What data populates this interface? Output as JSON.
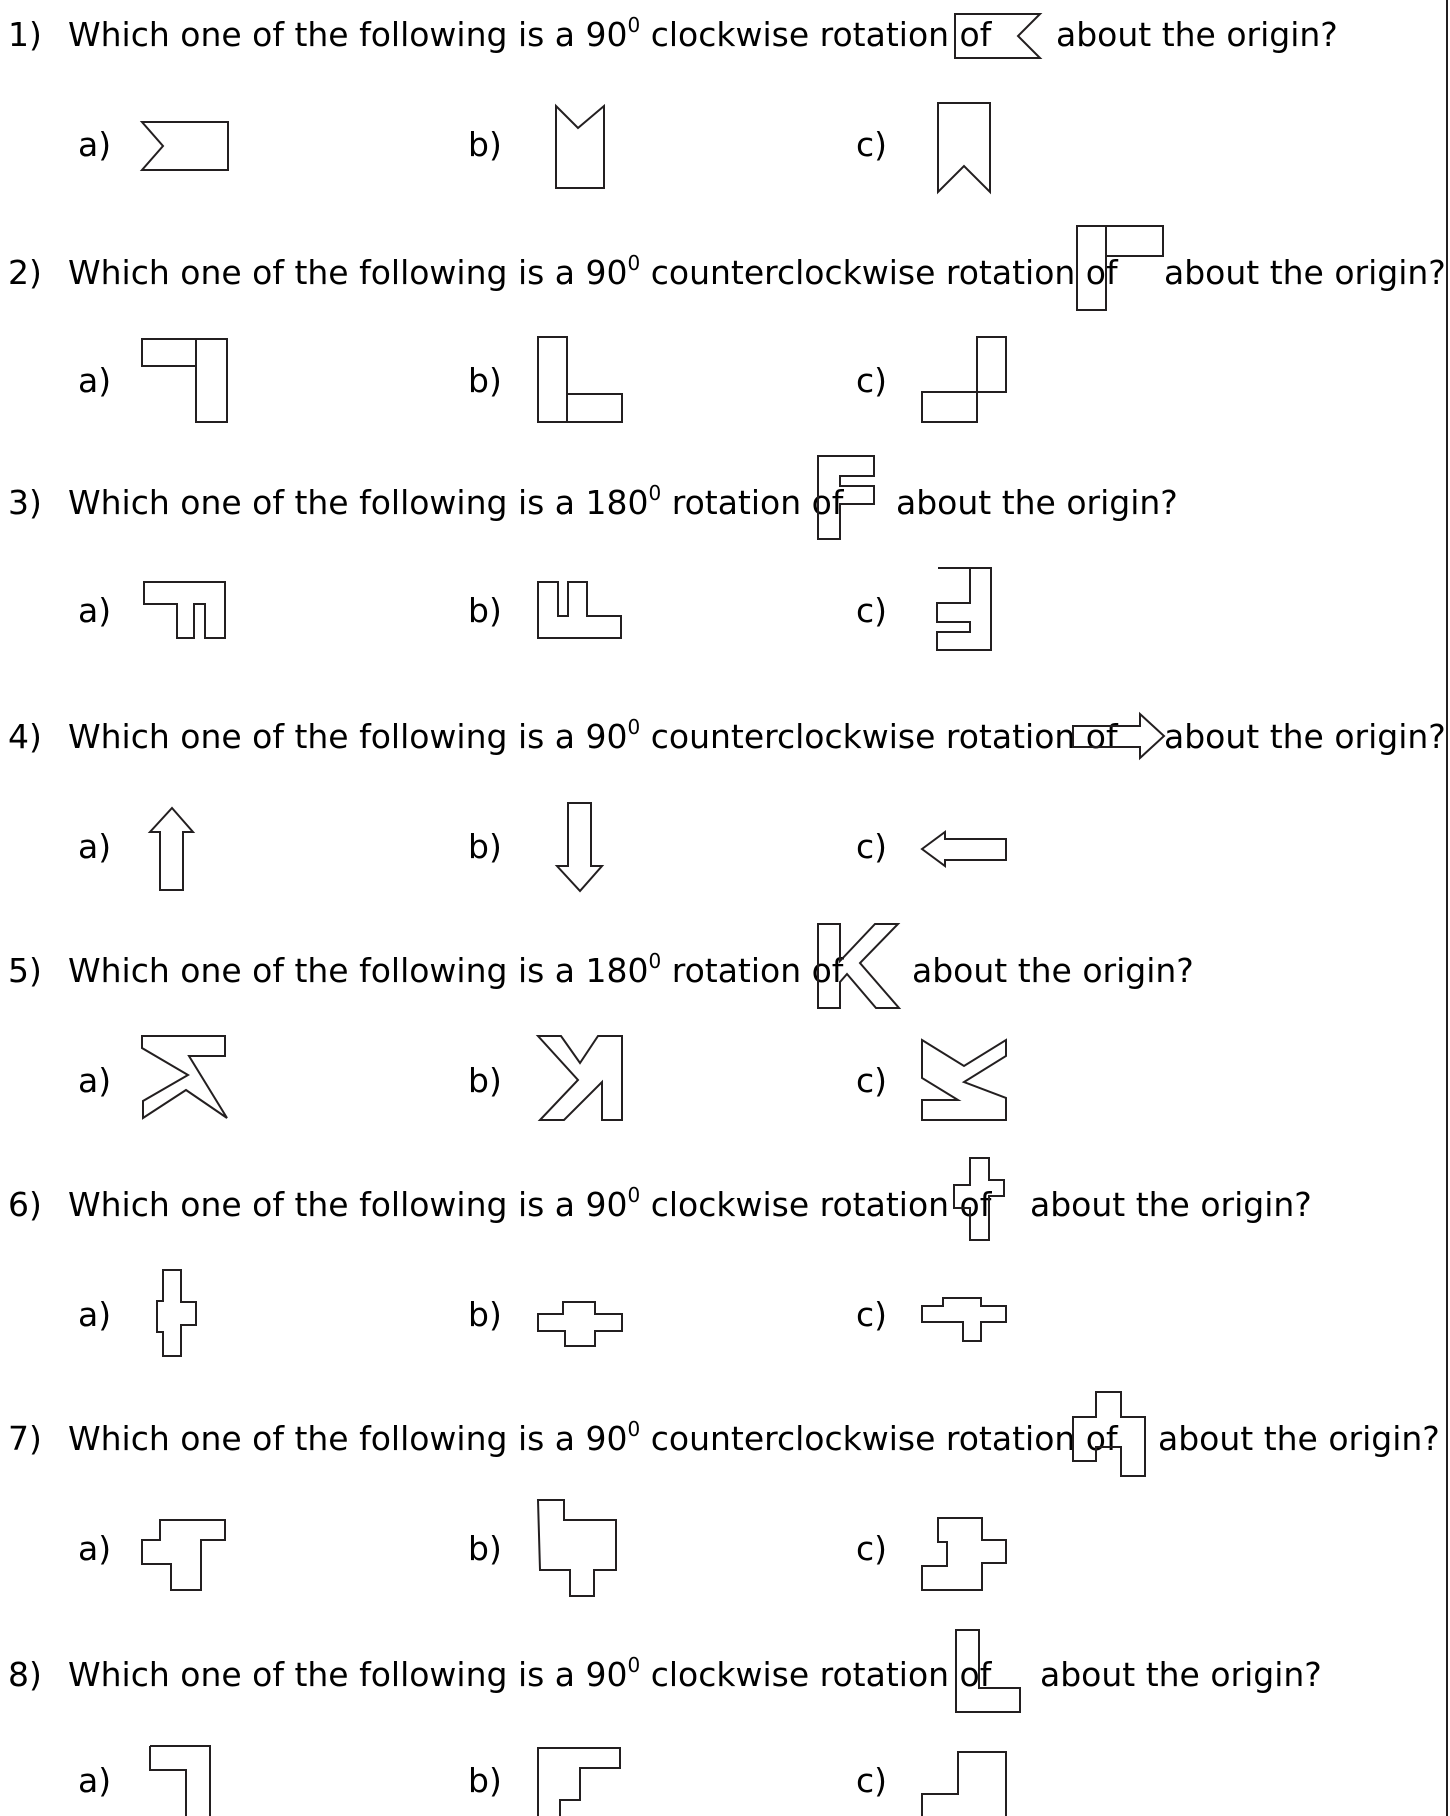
{
  "worksheet": {
    "questions": [
      {
        "number": "1)",
        "before": "Which one of the following is a 90",
        "sup": "0",
        "after": " clockwise rotation of",
        "tail": "about the origin?",
        "options": [
          "a)",
          "b)",
          "c)"
        ]
      },
      {
        "number": "2)",
        "before": "Which one of the following is a 90",
        "sup": "0",
        "after": " counterclockwise rotation of",
        "tail": "about the origin?",
        "options": [
          "a)",
          "b)",
          "c)"
        ]
      },
      {
        "number": "3)",
        "before": "Which one of the following is a 180",
        "sup": "0",
        "after": " rotation of",
        "tail": "about the origin?",
        "options": [
          "a)",
          "b)",
          "c)"
        ]
      },
      {
        "number": "4)",
        "before": "Which one of the following is a 90",
        "sup": "0",
        "after": " counterclockwise rotation of",
        "tail": "about the origin?",
        "options": [
          "a)",
          "b)",
          "c)"
        ]
      },
      {
        "number": "5)",
        "before": "Which one of the following is a 180",
        "sup": "0",
        "after": " rotation of",
        "tail": "about the origin?",
        "options": [
          "a)",
          "b)",
          "c)"
        ]
      },
      {
        "number": "6)",
        "before": "Which one of the following is a 90",
        "sup": "0",
        "after": " clockwise rotation of",
        "tail": "about the origin?",
        "options": [
          "a)",
          "b)",
          "c)"
        ]
      },
      {
        "number": "7)",
        "before": "Which one of the following is a 90",
        "sup": "0",
        "after": " counterclockwise rotation of",
        "tail": "about the origin?",
        "options": [
          "a)",
          "b)",
          "c)"
        ]
      },
      {
        "number": "8)",
        "before": "Which one of the following is a 90",
        "sup": "0",
        "after": " clockwise rotation of",
        "tail": "about the origin?",
        "options": [
          "a)",
          "b)",
          "c)"
        ]
      }
    ]
  }
}
